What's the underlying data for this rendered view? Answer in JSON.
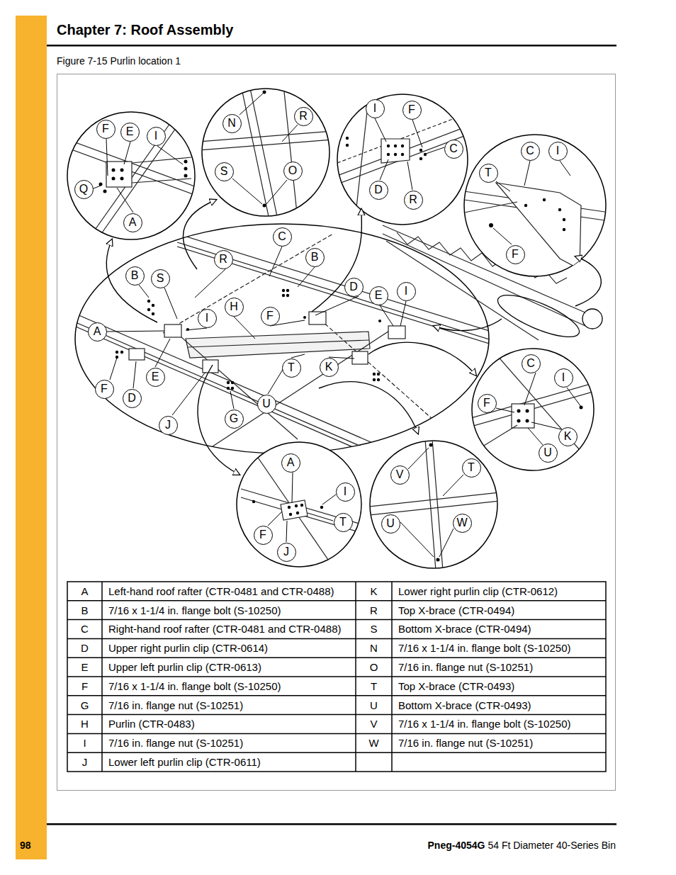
{
  "diagram": {
    "title": "Chapter 7: Roof Assembly",
    "caption": "Figure 7-15 Purlin location 1",
    "labels": [
      "F",
      "E",
      "I",
      "Q",
      "A",
      "N",
      "R",
      "S",
      "O",
      "I",
      "F",
      "C",
      "D",
      "R",
      "C",
      "I",
      "T",
      "F",
      "C",
      "R",
      "B",
      "B",
      "S",
      "D",
      "E",
      "I",
      "H",
      "I",
      "F",
      "A",
      "E",
      "T",
      "K",
      "F",
      "D",
      "J",
      "G",
      "U",
      "C",
      "I",
      "F",
      "K",
      "U",
      "A",
      "I",
      "T",
      "F",
      "J",
      "V",
      "T",
      "U",
      "W",
      "A",
      "Left-hand roof rafter (CTR-0481 and CTR-0488)",
      "K",
      "Lower right purlin clip (CTR-0612)",
      "B",
      "7/16 x 1-1/4 in. flange bolt (S-10250)",
      "R",
      "Top X-brace (CTR-0494)",
      "C",
      "Right-hand roof rafter (CTR-0481 and CTR-0488)",
      "S",
      "Bottom X-brace (CTR-0494)",
      "D",
      "Upper right purlin clip (CTR-0614)",
      "N",
      "7/16 x 1-1/4 in. flange bolt (S-10250)",
      "E",
      "Upper left purlin clip (CTR-0613)",
      "O",
      "7/16 in. flange nut (S-10251)",
      "F",
      "7/16 x 1-1/4 in. flange bolt (S-10250)",
      "T",
      "Top X-brace (CTR-0493)",
      "G",
      "7/16 in. flange nut (S-10251)",
      "U",
      "Bottom X-brace (CTR-0493)",
      "H",
      "Purlin (CTR-0483)",
      "V",
      "7/16 x 1-1/4 in. flange bolt (S-10250)",
      "I",
      "7/16 in. flange nut (S-10251)",
      "W",
      "7/16 in. flange nut (S-10251)",
      "J",
      "Lower left purlin clip (CTR-0611)",
      "98",
      "Pneg-4054G",
      "54 Ft Diameter 40-Series Bin"
    ]
  }
}
